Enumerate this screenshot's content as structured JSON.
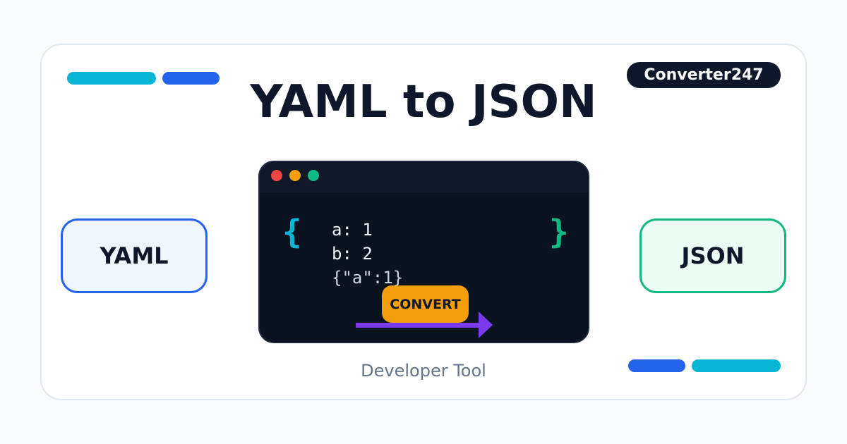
{
  "badge": "Converter247",
  "title": "YAML to JSON",
  "source_label": "YAML",
  "target_label": "JSON",
  "editor": {
    "open_brace": "{",
    "close_brace": "}",
    "lines": [
      "a: 1",
      "b: 2",
      "{\"a\":1}"
    ],
    "convert_label": "CONVERT"
  },
  "subtitle": "Developer Tool",
  "colors": {
    "cyan": "#06b6d4",
    "blue": "#2563eb",
    "green": "#10b981",
    "orange": "#f59e0b",
    "purple": "#7c3aed",
    "dark": "#0f172a"
  }
}
